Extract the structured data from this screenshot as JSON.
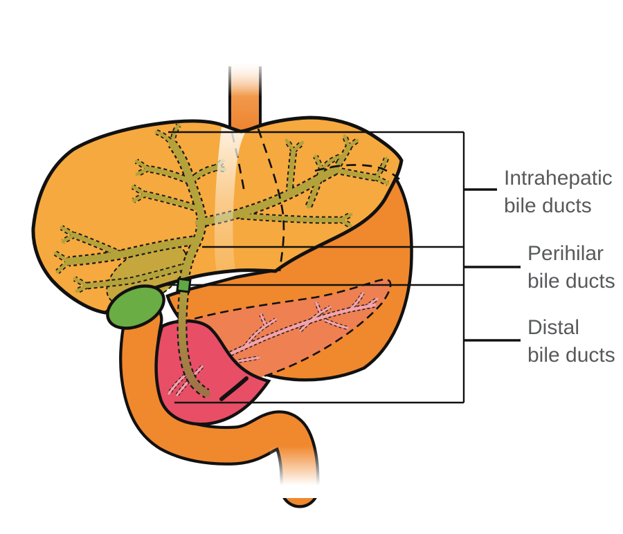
{
  "labels": {
    "intrahepatic": {
      "line1": "Intrahepatic",
      "line2": "bile ducts"
    },
    "perihilar": {
      "line1": "Perihilar",
      "line2": "bile ducts"
    },
    "distal": {
      "line1": "Distal",
      "line2": "bile ducts"
    }
  },
  "colors": {
    "liver": "#f6a93e",
    "stomach": "#f0882e",
    "intestine": "#f0882e",
    "esophagus": "#ee8630",
    "pancreas": "#ee8051",
    "pancreas_head": "#e84e66",
    "gallbladder": "#6bad45",
    "gallbladder_silhouette": "#c5a73d",
    "bile_duct": "#b4a23a",
    "pancreatic_duct": "#f2a3ae",
    "outline": "#111111",
    "label_text": "#58595b"
  },
  "organs": [
    "esophagus",
    "liver",
    "stomach",
    "gallbladder",
    "pancreas",
    "duodenum",
    "small-intestine",
    "intrahepatic-bile-ducts",
    "common-bile-duct",
    "pancreatic-duct"
  ]
}
